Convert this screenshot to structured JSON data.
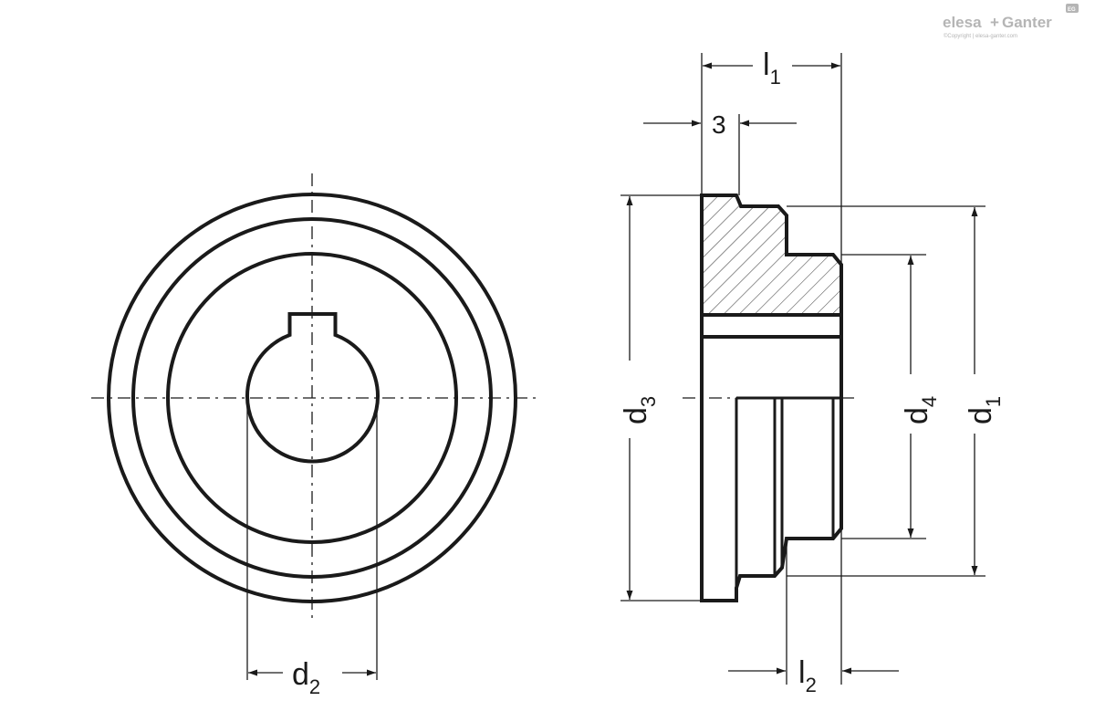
{
  "brand": {
    "name_part1": "elesa",
    "plus": "+",
    "name_part2": "Ganter",
    "copyright": "©Copyright | elesa-ganter.com",
    "badge": "EG"
  },
  "dimensions": {
    "l1": {
      "main": "l",
      "sub": "1"
    },
    "l2": {
      "main": "l",
      "sub": "2"
    },
    "d1": {
      "main": "d",
      "sub": "1"
    },
    "d2": {
      "main": "d",
      "sub": "2"
    },
    "d3": {
      "main": "d",
      "sub": "3"
    },
    "d4": {
      "main": "d",
      "sub": "4"
    },
    "flange_thickness": "3"
  },
  "colors": {
    "line": "#1a1a1a",
    "brand": "#b5b5b5"
  }
}
